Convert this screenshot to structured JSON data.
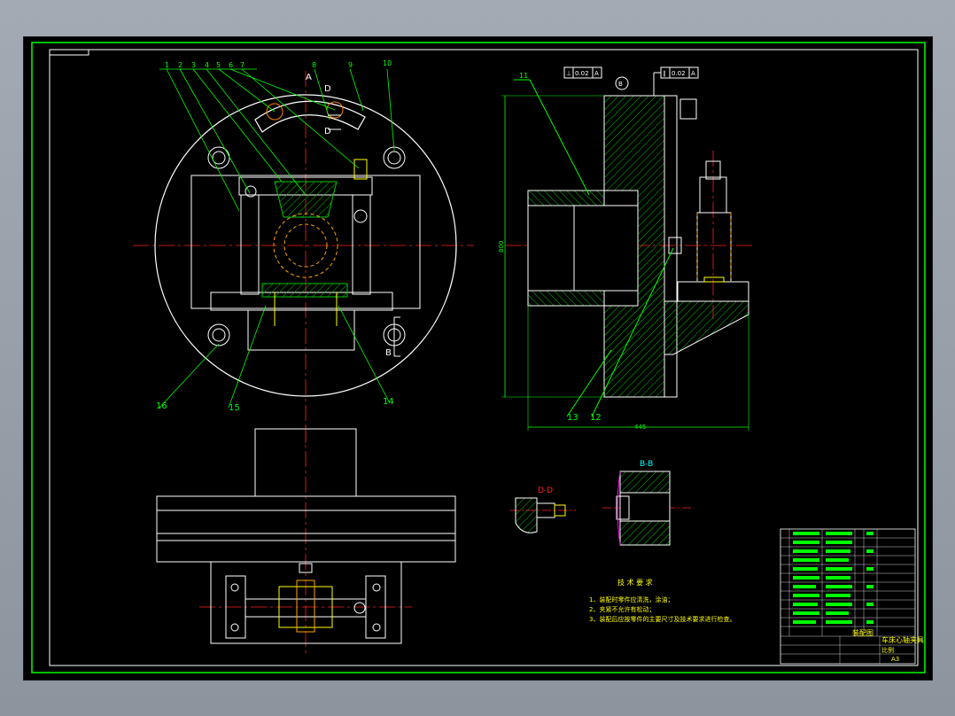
{
  "drawing": {
    "sheet_size": "A3",
    "part_labels": {
      "top": [
        "1",
        "2",
        "3",
        "4",
        "5",
        "6",
        "7",
        "8",
        "9",
        "10"
      ],
      "p11": "11",
      "p12": "12",
      "p13": "13",
      "p14": "14",
      "p15": "15",
      "p16": "16"
    },
    "section_letters": {
      "A": "A",
      "B": "B",
      "B_circle": "B",
      "D1": "D",
      "D2": "D"
    },
    "tolerance_1": {
      "symbol": "⊥",
      "value": "0.02",
      "datum": "A"
    },
    "tolerance_2": {
      "symbol": "∥",
      "value": "0.02",
      "datum": "A"
    },
    "dimensions": {
      "height_800": "800",
      "width_445": "445"
    },
    "section_titles": {
      "d_d": "D-D",
      "b_b": "B-B"
    },
    "tech_requirements": {
      "title": "技 术 要 求",
      "items": [
        "1、装配时零件应清洗，涂油；",
        "2、夹紧不允许有松动；",
        "3、装配后应按零件的主要尺寸及技术要求进行检查。"
      ]
    },
    "title_block": {
      "drawing_name": "装配图",
      "company": "车床心轴夹具",
      "scale_label": "比例",
      "sheet": "A3"
    }
  },
  "colors": {
    "background": "#000000",
    "border": "#00ff00",
    "outline": "#ffffff",
    "centerline": "#ff2020",
    "hatch": "#00c800",
    "leader": "#00ff00",
    "hidden": "#ffa500",
    "dimension": "#00ffff",
    "accent_yellow": "#ffff00",
    "accent_magenta": "#ff00ff"
  }
}
